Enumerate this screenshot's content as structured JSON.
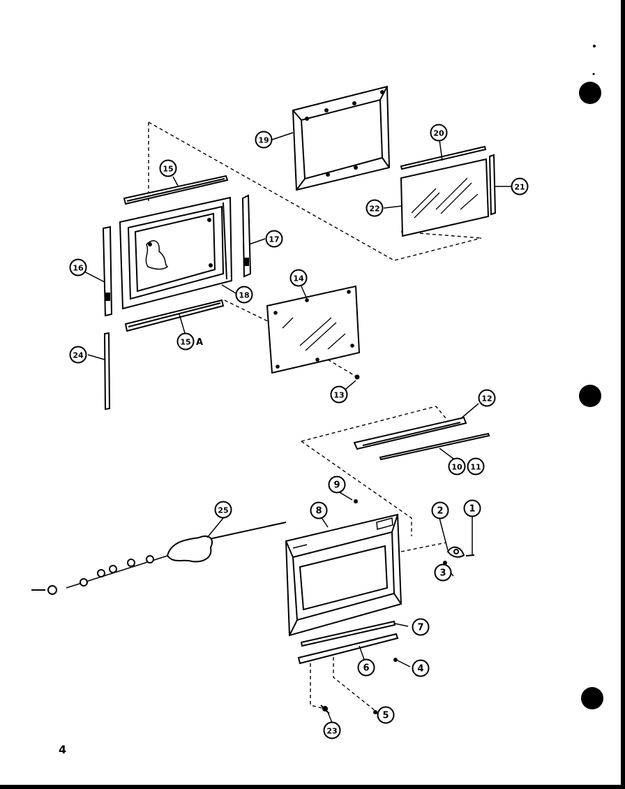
{
  "page_number": "4",
  "colors": {
    "ink": "#000000",
    "paper": "#ffffff"
  },
  "callouts": [
    "1",
    "2",
    "3",
    "4",
    "5",
    "6",
    "7",
    "8",
    "9",
    "10",
    "11",
    "12",
    "13",
    "14",
    "15",
    "15",
    "16",
    "17",
    "18",
    "19",
    "20",
    "21",
    "22",
    "23",
    "24",
    "25"
  ],
  "callout_suffix": "A",
  "punch_holes": 3
}
